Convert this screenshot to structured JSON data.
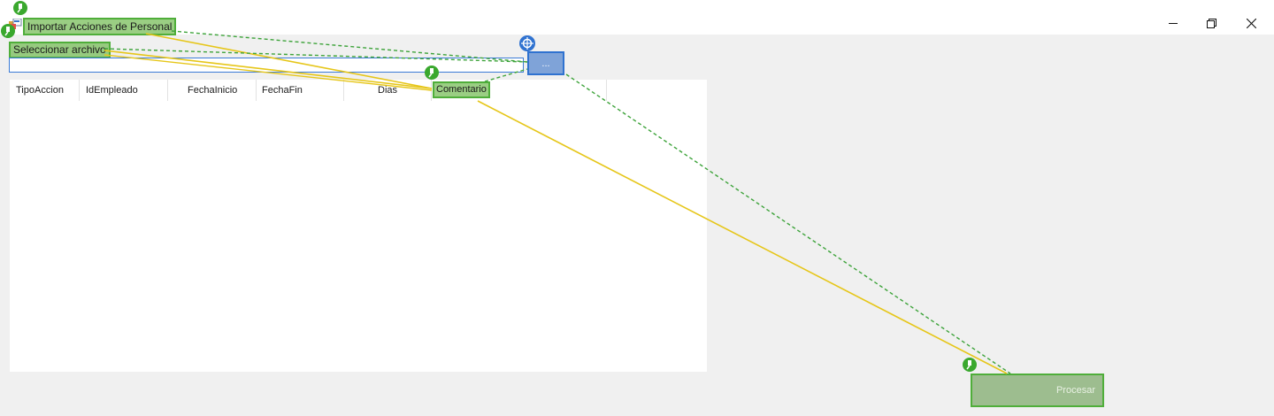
{
  "window": {
    "title": "Importar Acciones de Personal",
    "minimize_icon": "minimize-icon",
    "maximize_icon": "restore-icon",
    "close_icon": "close-icon"
  },
  "file": {
    "label": "Seleccionar archivo",
    "value": "",
    "browse_label": "..."
  },
  "grid": {
    "columns": [
      "TipoAccion",
      "IdEmpleado",
      "FechaInicio",
      "FechaFin",
      "Dias",
      "Comentario"
    ]
  },
  "actions": {
    "process_label": "Procesar"
  },
  "colors": {
    "pin_green": "#3aa82e",
    "target_blue": "#2f72d0",
    "connector_yellow": "#e6c619",
    "connector_green": "#3da33a"
  }
}
